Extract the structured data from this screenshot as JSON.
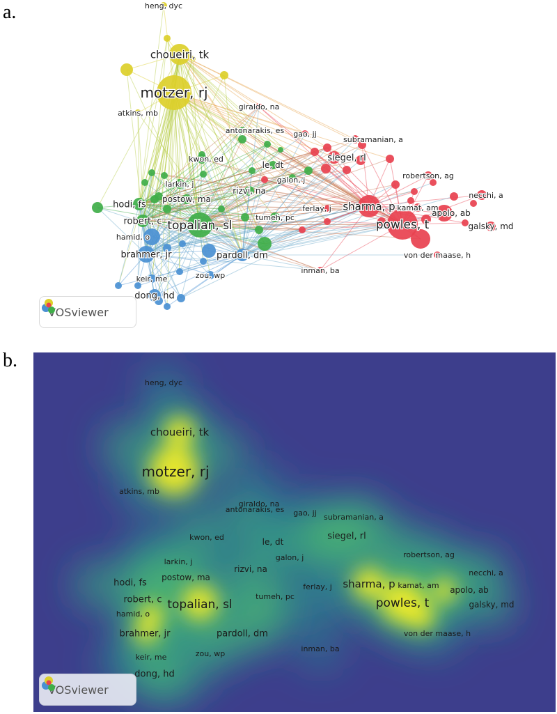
{
  "panels": {
    "a_label": "a.",
    "b_label": "b."
  },
  "logo": {
    "text": "VOSviewer",
    "icon": "vosviewer-logo-icon"
  },
  "colors": {
    "yellow_cluster": "#dccf2a",
    "green_cluster": "#3fae49",
    "blue_cluster": "#4a90d2",
    "red_cluster": "#e8414f",
    "density_background": "#3d3e8c",
    "density_peak": "#f7ee22"
  },
  "network": {
    "nodes": [
      {
        "label": "heng, dyc",
        "cluster": "yellow"
      },
      {
        "label": "choueiri, tk",
        "cluster": "yellow"
      },
      {
        "label": "motzer, rj",
        "cluster": "yellow"
      },
      {
        "label": "atkins, mb",
        "cluster": "yellow"
      },
      {
        "label": "giraldo, na",
        "cluster": "red"
      },
      {
        "label": "antonarakis, es",
        "cluster": "green"
      },
      {
        "label": "gao, jj",
        "cluster": "red"
      },
      {
        "label": "subramanian, a",
        "cluster": "red"
      },
      {
        "label": "kwon, ed",
        "cluster": "green"
      },
      {
        "label": "le, dt",
        "cluster": "green"
      },
      {
        "label": "siegel, rl",
        "cluster": "red"
      },
      {
        "label": "galon, j",
        "cluster": "red"
      },
      {
        "label": "robertson, ag",
        "cluster": "red"
      },
      {
        "label": "larkin, j",
        "cluster": "green"
      },
      {
        "label": "rizvi, na",
        "cluster": "green"
      },
      {
        "label": "necchi, a",
        "cluster": "red"
      },
      {
        "label": "postow, ma",
        "cluster": "green"
      },
      {
        "label": "hodi, fs",
        "cluster": "green"
      },
      {
        "label": "sharma, p",
        "cluster": "red"
      },
      {
        "label": "kamat, am",
        "cluster": "red"
      },
      {
        "label": "ferlay, j",
        "cluster": "red"
      },
      {
        "label": "apolo, ab",
        "cluster": "red"
      },
      {
        "label": "robert, c",
        "cluster": "green"
      },
      {
        "label": "tumeh, pc",
        "cluster": "green"
      },
      {
        "label": "topalian, sl",
        "cluster": "green"
      },
      {
        "label": "powles, t",
        "cluster": "red"
      },
      {
        "label": "galsky, md",
        "cluster": "red"
      },
      {
        "label": "hamid, o",
        "cluster": "blue"
      },
      {
        "label": "brahmer, jr",
        "cluster": "blue"
      },
      {
        "label": "pardoll, dm",
        "cluster": "blue"
      },
      {
        "label": "von der maase, h",
        "cluster": "red"
      },
      {
        "label": "inman, ba",
        "cluster": "red"
      },
      {
        "label": "keir, me",
        "cluster": "blue"
      },
      {
        "label": "zou, wp",
        "cluster": "blue"
      },
      {
        "label": "dong, hd",
        "cluster": "blue"
      }
    ]
  }
}
